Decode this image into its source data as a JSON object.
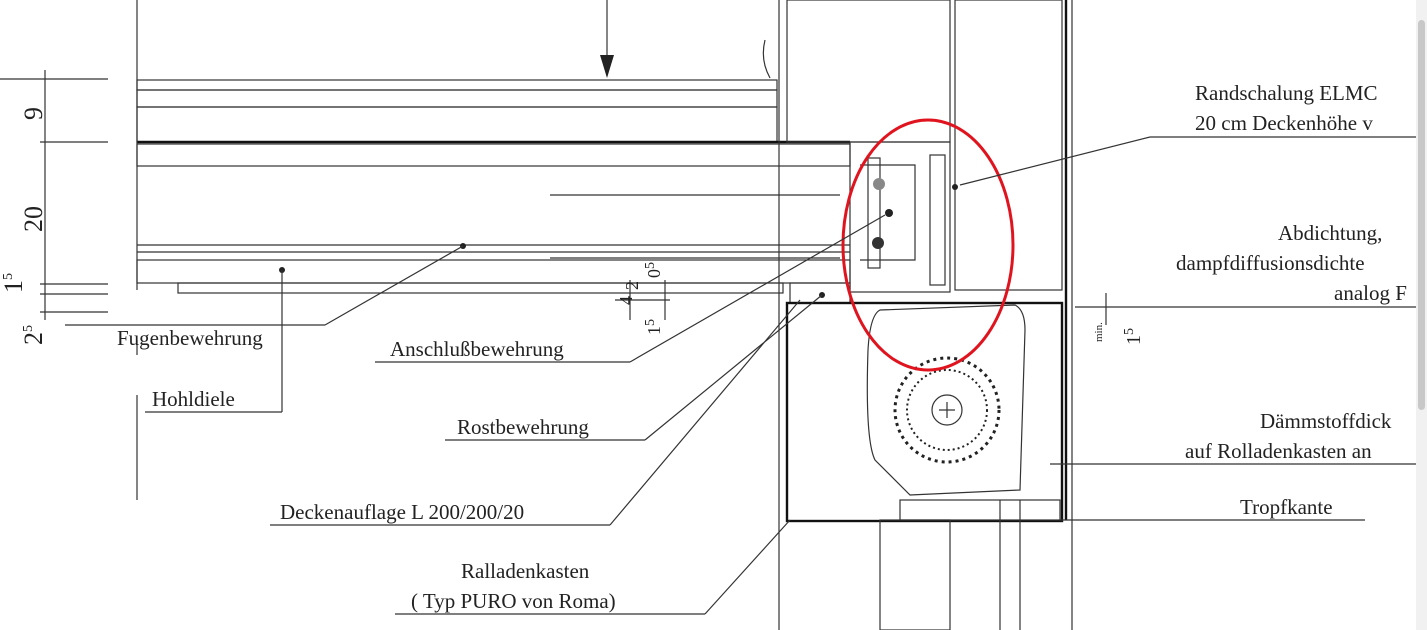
{
  "labels": {
    "randschalung_1": "Randschalung ELMC",
    "randschalung_2": "20 cm Deckenhöhe v",
    "abdichtung_1": "Abdichtung, ",
    "abdichtung_2": "dampfdiffusionsdichte",
    "abdichtung_3": "analog F",
    "daemmstoff_1": "Dämmstoffdick",
    "daemmstoff_2": "auf Rolladenkasten an",
    "tropfkante": "Tropfkante",
    "fugenbewehrung": "Fugenbewehrung",
    "hohldiele": "Hohldiele",
    "anschlussbewehrung": "Anschlußbewehrung",
    "rostbewehrung": "Rostbewehrung",
    "deckenauflage": "Deckenauflage L 200/200/20",
    "ralladenkasten_1": "Ralladenkasten",
    "ralladenkasten_2": "( Typ PURO von Roma)"
  },
  "dimensions": {
    "d9": "9",
    "d20": "20",
    "d15_left": "1",
    "d15_left_sup": "5",
    "d25": "2",
    "d25_sup": "5",
    "d4": "4",
    "d2": "2",
    "d05": "0",
    "d05_sup": "5",
    "d15_mid": "1",
    "d15_mid_sup": "5",
    "min": "min.",
    "d15_right": "1",
    "d15_right_sup": "5"
  },
  "colors": {
    "highlight": "#e0141e"
  }
}
